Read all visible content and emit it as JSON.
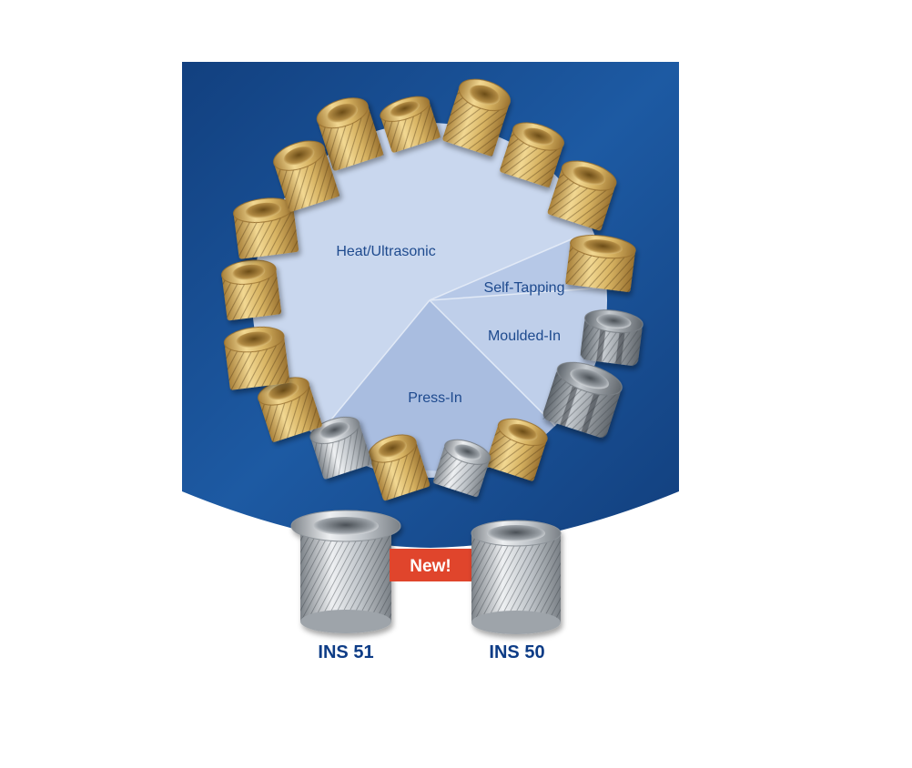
{
  "segments": {
    "heat_ultrasonic": "Heat/Ultrasonic",
    "self_tapping": "Self-Tapping",
    "moulded_in": "Moulded-In",
    "press_in": "Press-In"
  },
  "badge": {
    "text": "New!",
    "color": "#e0452c"
  },
  "products": [
    {
      "code": "INS 51"
    },
    {
      "code": "INS 50"
    }
  ],
  "colors": {
    "panel": "#1c4f93",
    "panel_dark": "#0f3570",
    "wheel": "#c9d7ee",
    "wedge": "#a9bde0",
    "label_text": "#1e4a8e",
    "code_text": "#0d3c86",
    "brass": "#d6b362",
    "steel": "#c4c8cc"
  },
  "insert_icons": [
    "brass-knurled-insert-icon",
    "stainless-knurled-insert-icon",
    "moulded-in-insert-icon"
  ]
}
